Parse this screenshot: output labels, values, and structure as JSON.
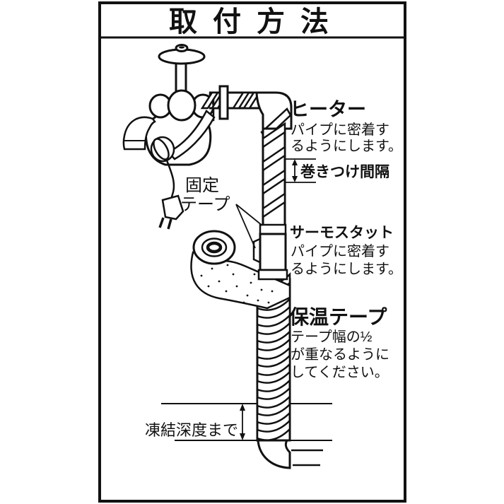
{
  "title": "取付方法",
  "labels": {
    "heater": "ヒーター",
    "heater_note_line1": "パイプに密着す",
    "heater_note_line2": "るようにします。",
    "wrap_interval": "巻きつけ間隔",
    "fixing_tape_line1": "固定",
    "fixing_tape_line2": "テープ",
    "thermostat": "サーモスタット",
    "thermostat_note_line1": "パイプに密着す",
    "thermostat_note_line2": "るようにします。",
    "insulation_tape": "保温テープ",
    "insulation_note_line1": "テープ幅の½",
    "insulation_note_line2": "が重なるように",
    "insulation_note_line3": "してください。",
    "freeze_depth": "凍結深度まで"
  },
  "colors": {
    "line": "#111111",
    "background": "#ffffff"
  }
}
